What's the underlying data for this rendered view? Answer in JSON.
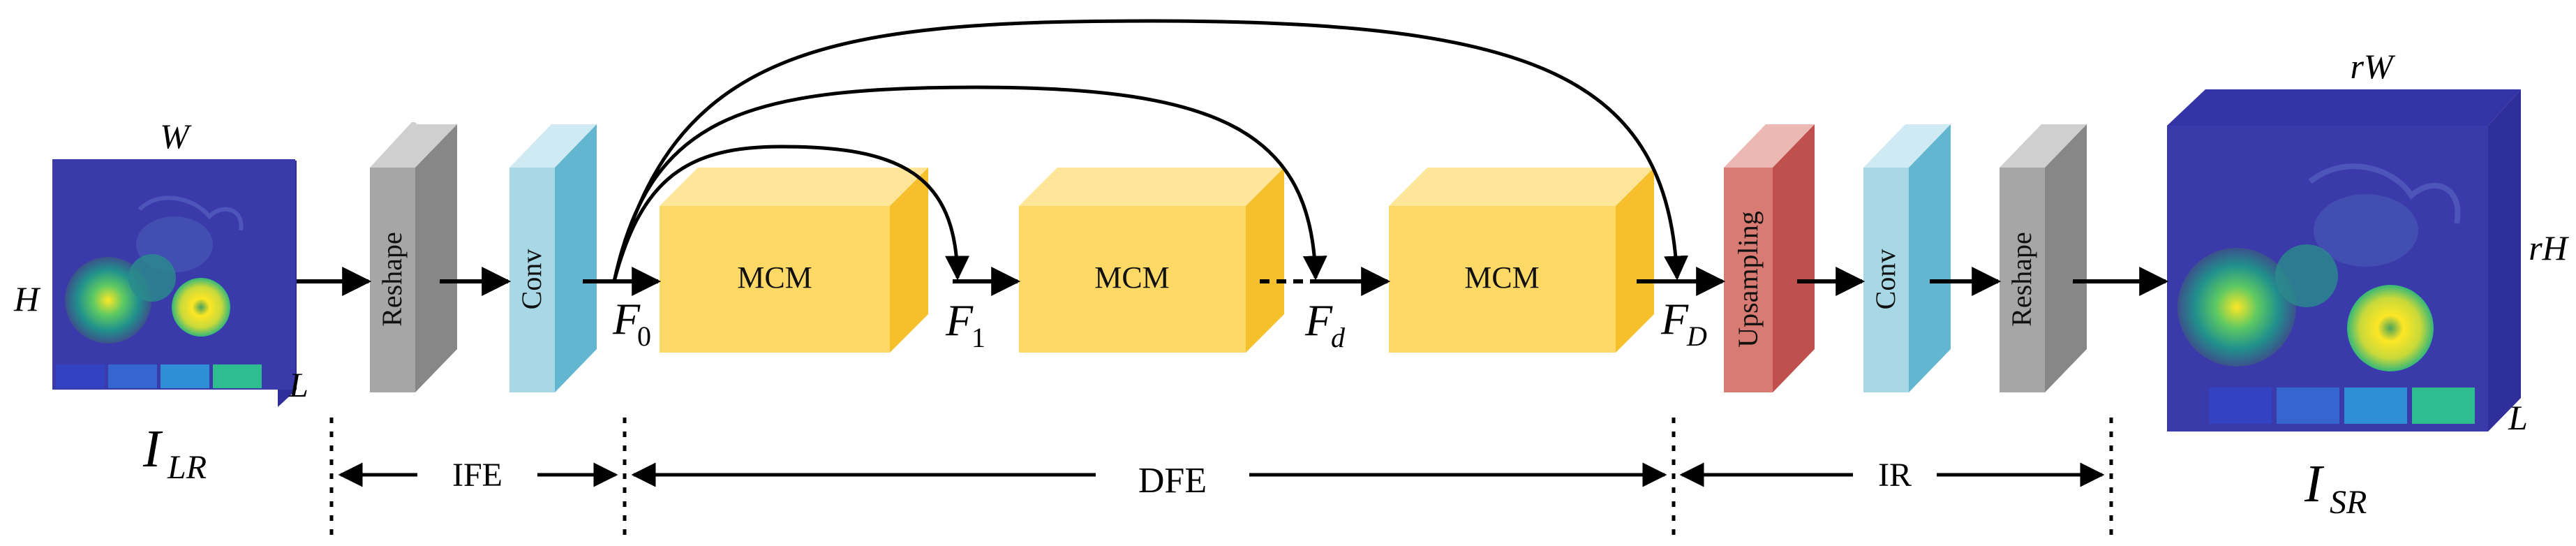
{
  "figure": {
    "input": {
      "name_main": "I",
      "name_sub": "LR",
      "width_label": "W",
      "height_label": "H",
      "depth_label": "L"
    },
    "output": {
      "name_main": "I",
      "name_sub": "SR",
      "width_label": "rW",
      "height_label": "rH",
      "depth_label": "L"
    },
    "blocks": {
      "reshape_in": "Reshape",
      "conv_in": "Conv",
      "mcm_1": "MCM",
      "mcm_2": "MCM",
      "mcm_3": "MCM",
      "upsampling": "Upsampling",
      "conv_out": "Conv",
      "reshape_out": "Reshape"
    },
    "features": {
      "f0": {
        "main": "F",
        "sub": "0"
      },
      "f1": {
        "main": "F",
        "sub": "1"
      },
      "fd": {
        "main": "F",
        "sub": "d"
      },
      "fD": {
        "main": "F",
        "sub": "D"
      }
    },
    "stages": {
      "ife": "IFE",
      "dfe": "DFE",
      "ir": "IR"
    },
    "colors": {
      "gray_front": "#a6a6a6",
      "gray_top": "#cfcfcf",
      "gray_side": "#878787",
      "blue_front": "#a8d8e6",
      "blue_top": "#cfeaf2",
      "blue_side": "#62b6cf",
      "yellow_front": "#ffd966",
      "yellow_top": "#ffe699",
      "yellow_side": "#f6c02c",
      "red_front": "#d87b73",
      "red_top": "#ecb8b3",
      "red_side": "#c0504d",
      "image_bg": "#3b3aab"
    }
  }
}
